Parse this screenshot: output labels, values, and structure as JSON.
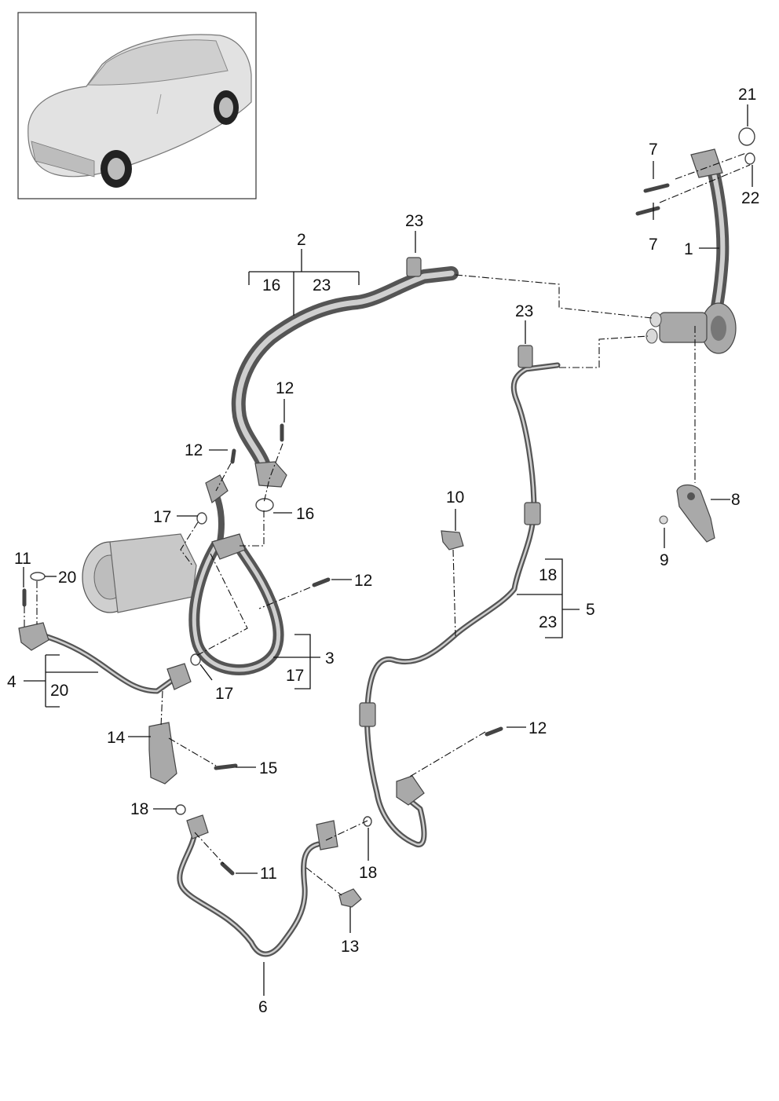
{
  "callouts": {
    "c1": "1",
    "c2": "2",
    "c3": "3",
    "c4": "4",
    "c5": "5",
    "c6": "6",
    "c7a": "7",
    "c7b": "7",
    "c8": "8",
    "c9": "9",
    "c10": "10",
    "c11a": "11",
    "c11b": "11",
    "c12a": "12",
    "c12b": "12",
    "c12c": "12",
    "c12d": "12",
    "c13": "13",
    "c14": "14",
    "c15": "15",
    "c16a": "16",
    "c16b": "16",
    "c17a": "17",
    "c17b": "17",
    "c17c": "17",
    "c18a": "18",
    "c18b": "18",
    "c18c": "18",
    "c20a": "20",
    "c20b": "20",
    "c21": "21",
    "c22": "22",
    "c23a": "23",
    "c23b": "23",
    "c23c": "23",
    "c23d": "23"
  }
}
